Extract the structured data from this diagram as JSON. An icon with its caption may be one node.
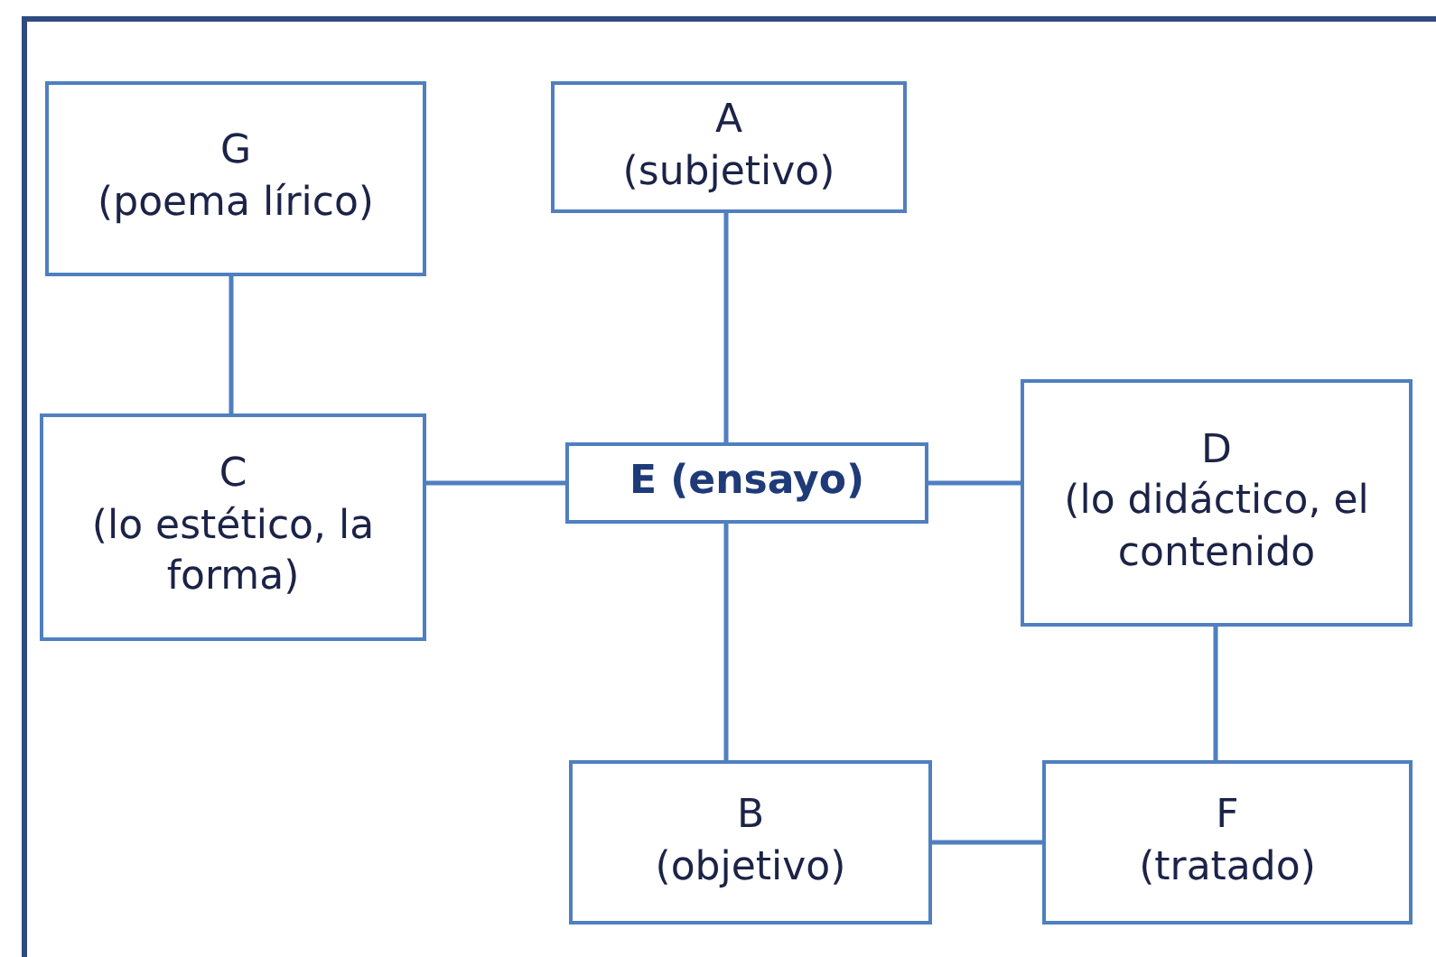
{
  "diagram": {
    "nodes": [
      {
        "text": [
          "G",
          "(poema lírico)"
        ]
      },
      {
        "text": [
          "A",
          "(subjetivo)"
        ]
      },
      {
        "text": [
          "C",
          "(lo estético, la forma)"
        ]
      },
      {
        "text": [
          "E (ensayo)"
        ]
      },
      {
        "text": [
          "D",
          "(lo didáctico, el contenido"
        ]
      },
      {
        "text": [
          "B",
          "(objetivo)"
        ]
      },
      {
        "text": [
          "F",
          "(tratado)"
        ]
      }
    ],
    "edges": [
      {
        "from": 0,
        "to": 2,
        "arrow": "none"
      },
      {
        "from": 1,
        "to": 3,
        "arrow": "none"
      },
      {
        "from": 2,
        "to": 3,
        "arrow": "none"
      },
      {
        "from": 3,
        "to": 4,
        "arrow": "none"
      },
      {
        "from": 3,
        "to": 5,
        "arrow": "none"
      },
      {
        "from": 4,
        "to": 6,
        "arrow": "none"
      },
      {
        "from": 5,
        "to": 6,
        "arrow": "none"
      }
    ]
  }
}
